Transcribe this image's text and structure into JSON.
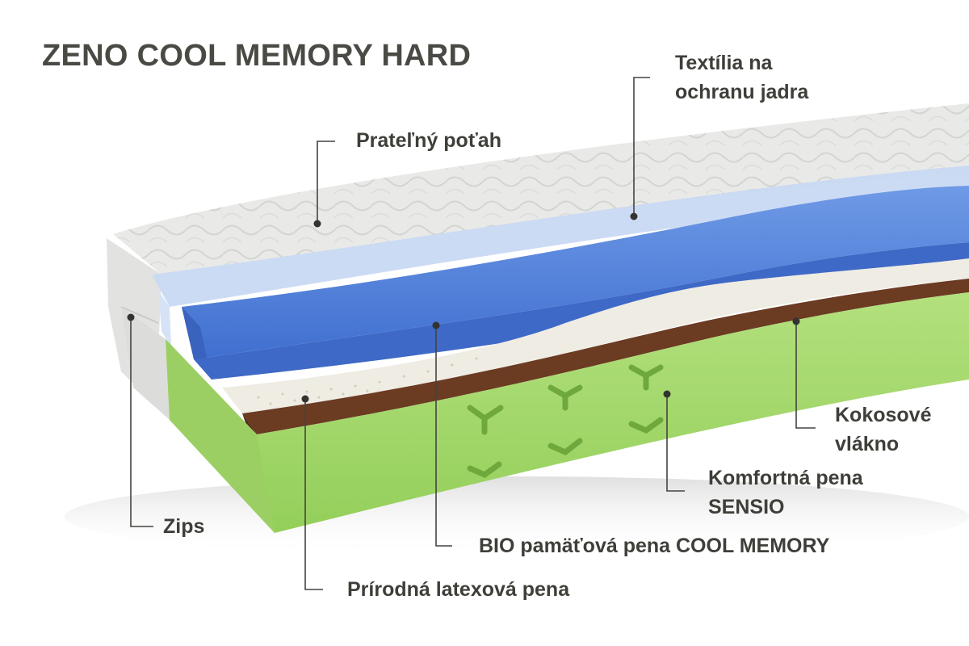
{
  "title": "ZENO COOL MEMORY HARD",
  "colors": {
    "text": "#3f3f3a",
    "cover": "#e6e7e4",
    "blue_foam": "#4f7fdc",
    "latex": "#efece4",
    "coconut": "#6b3b22",
    "green_foam": "#a4d86b"
  },
  "layers": [
    {
      "label": "Prateľný poťah"
    },
    {
      "label": "Textília na ochranu jadra",
      "line1": "Textília na",
      "line2": "ochranu jadra"
    },
    {
      "label": "Kokosové vlákno",
      "line1": "Kokosové",
      "line2": "vlákno"
    },
    {
      "label": "Komfortná pena SENSIO",
      "line1": "Komfortná pena",
      "line2": "SENSIO"
    },
    {
      "label": "Zips"
    },
    {
      "label": "BIO pamäťová pena COOL MEMORY"
    },
    {
      "label": "Prírodná latexová pena"
    }
  ]
}
